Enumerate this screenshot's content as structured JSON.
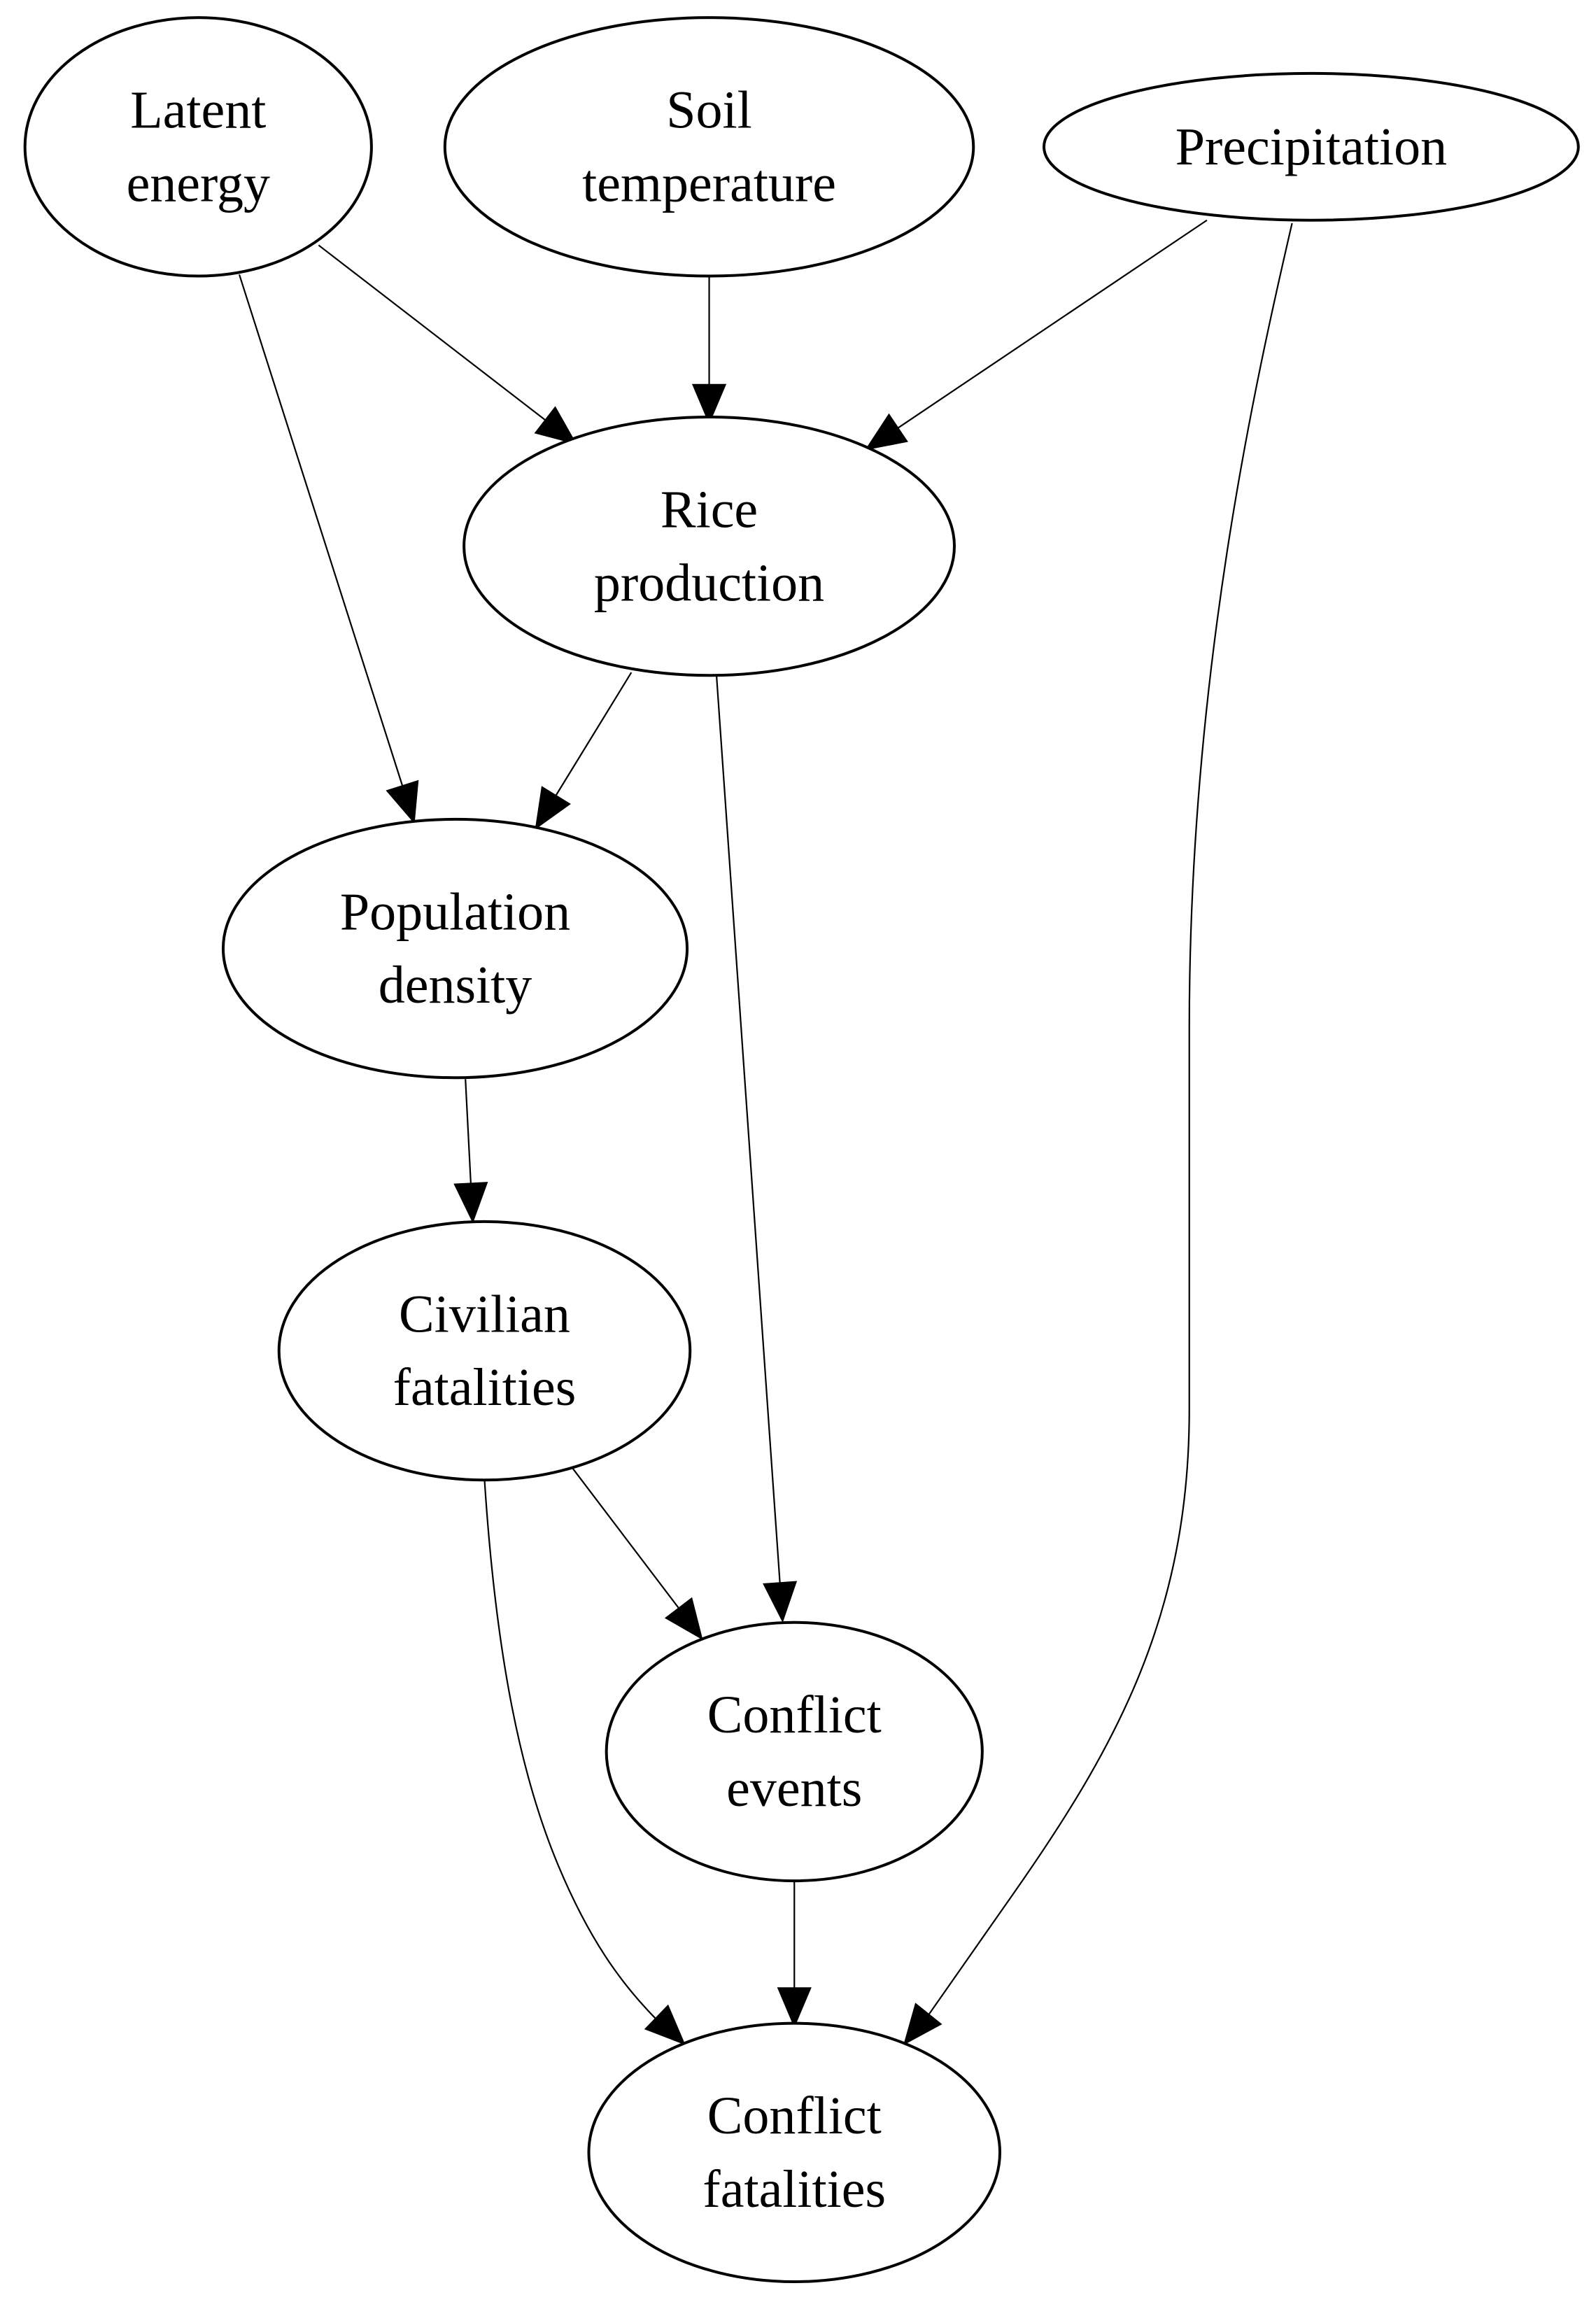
{
  "nodes": [
    {
      "id": "latent-energy",
      "lines": [
        "Latent",
        "energy"
      ]
    },
    {
      "id": "soil-temperature",
      "lines": [
        "Soil",
        "temperature"
      ]
    },
    {
      "id": "precipitation",
      "lines": [
        "Precipitation"
      ]
    },
    {
      "id": "rice-production",
      "lines": [
        "Rice",
        "production"
      ]
    },
    {
      "id": "population-density",
      "lines": [
        "Population",
        "density"
      ]
    },
    {
      "id": "civilian-fatalities",
      "lines": [
        "Civilian",
        "fatalities"
      ]
    },
    {
      "id": "conflict-events",
      "lines": [
        "Conflict",
        "events"
      ]
    },
    {
      "id": "conflict-fatalities",
      "lines": [
        "Conflict",
        "fatalities"
      ]
    }
  ],
  "edges": [
    {
      "from": "latent-energy",
      "to": "rice-production"
    },
    {
      "from": "latent-energy",
      "to": "population-density"
    },
    {
      "from": "soil-temperature",
      "to": "rice-production"
    },
    {
      "from": "precipitation",
      "to": "rice-production"
    },
    {
      "from": "precipitation",
      "to": "conflict-fatalities"
    },
    {
      "from": "rice-production",
      "to": "population-density"
    },
    {
      "from": "rice-production",
      "to": "conflict-events"
    },
    {
      "from": "population-density",
      "to": "civilian-fatalities"
    },
    {
      "from": "civilian-fatalities",
      "to": "conflict-events"
    },
    {
      "from": "civilian-fatalities",
      "to": "conflict-fatalities"
    },
    {
      "from": "conflict-events",
      "to": "conflict-fatalities"
    }
  ],
  "colors": {
    "stroke": "#000000",
    "fill": "#ffffff",
    "background": "#ffffff"
  }
}
